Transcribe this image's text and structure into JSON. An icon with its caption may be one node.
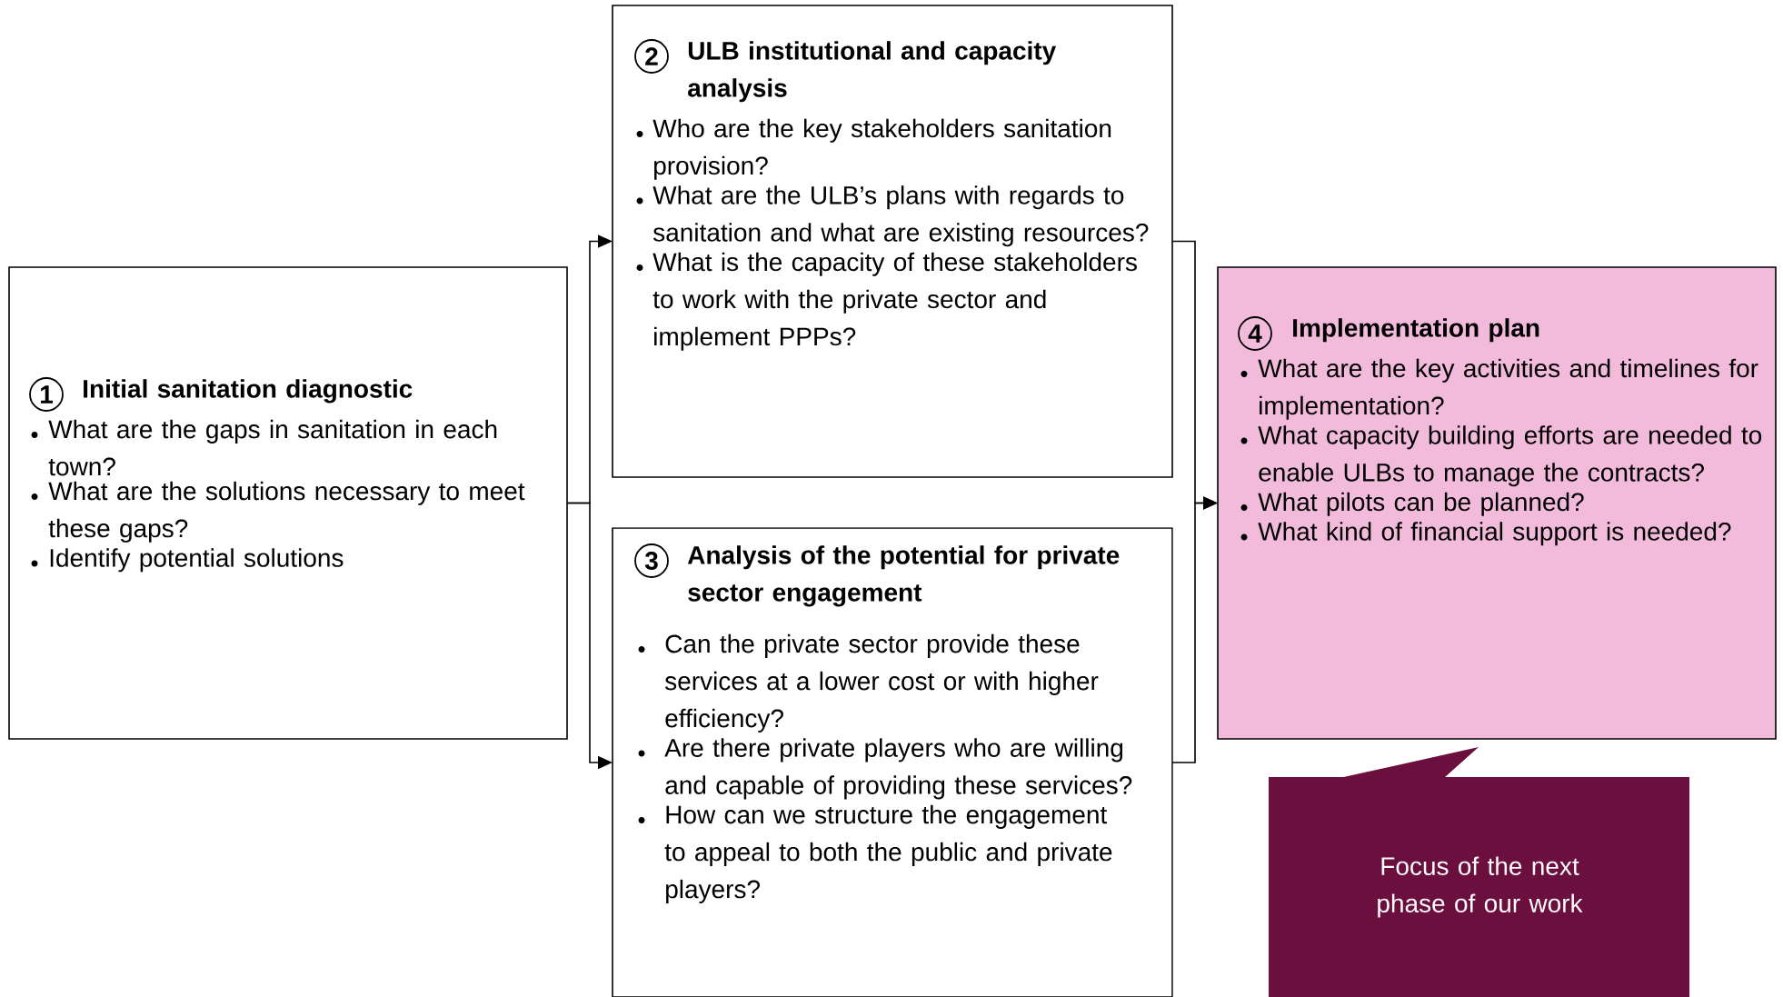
{
  "diagram": {
    "nodes": [
      {
        "text": [
          "1",
          "Initial sanitation diagnostic",
          "What are the gaps in sanitation in each town?",
          "What are the solutions necessary to meet these gaps?",
          "Identify potential solutions"
        ]
      },
      {
        "text": [
          "2",
          "ULB institutional and capacity analysis",
          "Who are the key stakeholders sanitation provision?",
          "What are the ULB’s plans with regards to sanitation and what are existing resources?",
          "What is the capacity of these stakeholders to work with the private sector and implement PPPs?"
        ]
      },
      {
        "text": [
          "3",
          "Analysis of the potential for private sector engagement",
          "Can the private sector provide these services at a lower cost or with higher efficiency?",
          "Are there private players who are willing and capable of providing these services?",
          "How can we structure the engagement to appeal to both the public and private players?"
        ]
      },
      {
        "text": [
          "4",
          "Implementation plan",
          "What are the key activities and timelines for implementation?",
          "What capacity building efforts are needed to enable ULBs to manage the contracts?",
          "What pilots can be planned?",
          "What kind of financial support is needed?"
        ]
      },
      {
        "text": [
          "Focus of the next phase of our work"
        ]
      }
    ],
    "edges": [
      {
        "from": 0,
        "to": 1,
        "arrow": "to"
      },
      {
        "from": 0,
        "to": 2,
        "arrow": "to"
      },
      {
        "from": 1,
        "to": 3,
        "arrow": "to"
      },
      {
        "from": 2,
        "to": 3,
        "arrow": "to"
      }
    ]
  }
}
